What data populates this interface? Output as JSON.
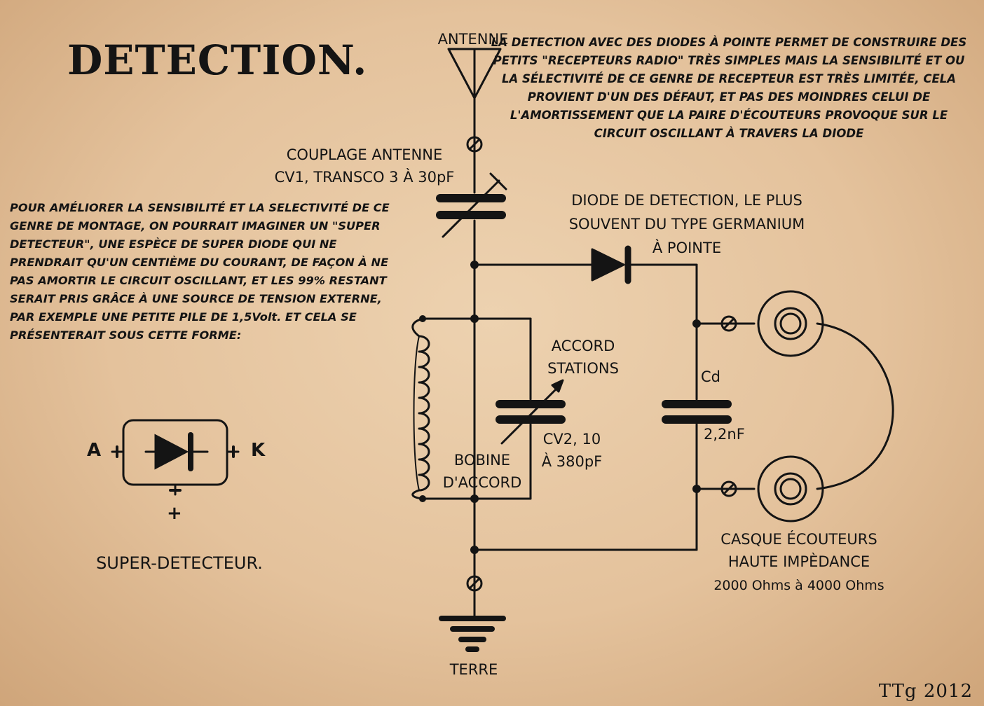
{
  "title": "DETECTION.",
  "note_top": "LA DETECTION AVEC DES DIODES À POINTE PERMET DE CONSTRUIRE DES PETITS \"RECEPTEURS RADIO\" TRÈS SIMPLES MAIS LA SENSIBILITÉ ET OU LA SÉLECTIVITÉ DE CE GENRE DE RECEPTEUR EST TRÈS LIMITÉE, CELA PROVIENT D'UN DES DÉFAUT, ET PAS DES MOINDRES CELUI DE L'AMORTISSEMENT QUE LA PAIRE D'ÉCOUTEURS PROVOQUE SUR LE CIRCUIT OSCILLANT À TRAVERS LA DIODE",
  "note_left": "POUR AMÉLIORER LA SENSIBILITÉ ET LA SELECTIVITÉ DE CE GENRE DE MONTAGE, ON POURRAIT IMAGINER UN \"SUPER DETECTEUR\", UNE ESPÈCE DE SUPER DIODE QUI NE PRENDRAIT QU'UN CENTIÈME DU COURANT, DE FAÇON À NE PAS AMORTIR LE CIRCUIT OSCILLANT, ET LES 99% RESTANT SERAIT PRIS GRÂCE À UNE SOURCE DE TENSION EXTERNE, PAR EXEMPLE UNE PETITE PILE DE 1,5Volt. ET CELA SE PRÉSENTERAIT SOUS CETTE FORME:",
  "labels": {
    "antenna": "ANTENNE",
    "coupling_line1": "COUPLAGE ANTENNE",
    "coupling_line2": "CV1, TRANSCO 3 À 30pF",
    "diode_line1": "DIODE DE DETECTION, LE PLUS",
    "diode_line2": "SOUVENT DU TYPE GERMANIUM",
    "diode_line3": "À POINTE",
    "tuning_line1": "ACCORD",
    "tuning_line2": "STATIONS",
    "cv2_line1": "CV2, 10",
    "cv2_line2": "À 380pF",
    "coil_line1": "BOBINE",
    "coil_line2": "D'ACCORD",
    "cd_name": "Cd",
    "cd_value": "2,2nF",
    "headphones_line1": "CASQUE ÉCOUTEURS",
    "headphones_line2": "HAUTE IMPÈDANCE",
    "headphones_line3": "2000 Ohms à 4000 Ohms",
    "ground": "TERRE",
    "super_a": "A",
    "super_k": "K",
    "super_plus": "+",
    "super_caption": "SUPER-DETECTEUR."
  },
  "signature": "TTg   2012",
  "colors": {
    "ink": "#141414",
    "paper": "#e8c9a4"
  }
}
